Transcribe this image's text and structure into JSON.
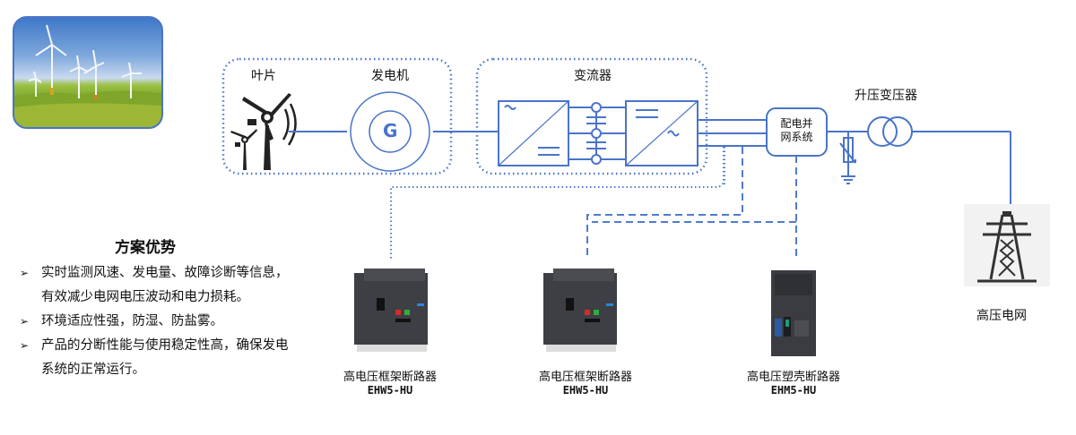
{
  "diagram": {
    "labels": {
      "blades": "叶片",
      "generator": "发电机",
      "generator_symbol": "G",
      "converter": "变流器",
      "grid_system_line1": "配电并",
      "grid_system_line2": "网系统",
      "transformer": "升压变压器",
      "hv_grid": "高压电网"
    },
    "products": [
      {
        "name": "高电压框架断路器",
        "model": "EHW5-HU"
      },
      {
        "name": "高电压框架断路器",
        "model": "EHW5-HU"
      },
      {
        "name": "高电压塑壳断路器",
        "model": "EHM5-HU"
      }
    ],
    "colors": {
      "line": "#4a74c9",
      "dash": "#4f7bd0",
      "device": "#3d3f44"
    }
  },
  "advantages": {
    "title": "方案优势",
    "items": [
      {
        "bullet": "➢",
        "text": "实时监测风速、发电量、故障诊断等信息，有效减少电网电压波动和电力损耗。"
      },
      {
        "bullet": "➢",
        "text": "环境适应性强，防湿、防盐雾。"
      },
      {
        "bullet": "➢",
        "text": "产品的分断性能与使用稳定性高，确保发电系统的正常运行。"
      }
    ]
  }
}
